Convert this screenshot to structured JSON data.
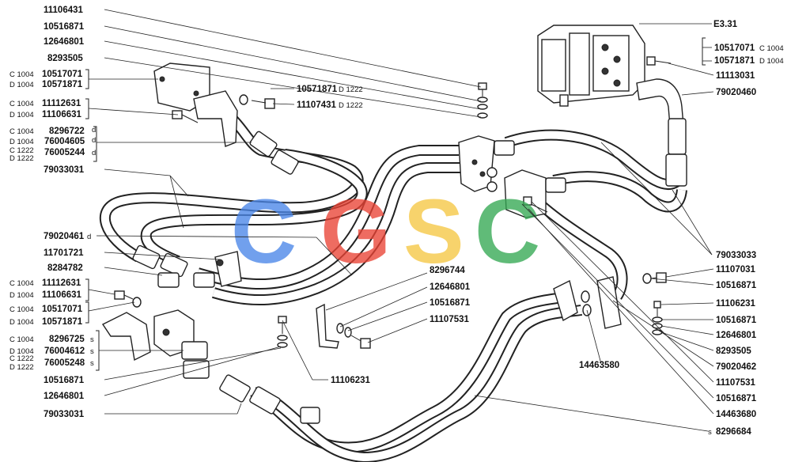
{
  "watermark": {
    "letters": [
      "C",
      "G",
      "S",
      "C"
    ],
    "colors": [
      "#4a86e8",
      "#ea4335",
      "#f6c744",
      "#34a853"
    ]
  },
  "header": {
    "figure_ref": "E3.31"
  },
  "labels_left": [
    {
      "pn": "11106431"
    },
    {
      "pn": "10516871"
    },
    {
      "pn": "12646801"
    },
    {
      "pn": "8293505"
    },
    {
      "pre": "C 1004",
      "pn": "10517071"
    },
    {
      "pre": "D 1004",
      "pn": "10571871"
    },
    {
      "pre": "C 1004",
      "pn": "11112631"
    },
    {
      "pre": "D 1004",
      "pn": "11106631"
    },
    {
      "pre": "C 1004",
      "pn": "8296722",
      "suf": "d"
    },
    {
      "pre": "D 1004",
      "pn": "76004605",
      "suf": "d"
    },
    {
      "pre": "C 1222",
      "pn": "76005244",
      "suf": "d"
    },
    {
      "pre": "D 1222",
      "pn": ""
    },
    {
      "pn": "79033031"
    },
    {
      "pn": "79020461",
      "suf": "d"
    },
    {
      "pn": "11701721"
    },
    {
      "pn": "8284782"
    },
    {
      "pre": "C 1004",
      "pn": "11112631"
    },
    {
      "pre": "D 1004",
      "pn": "11106631"
    },
    {
      "pre": "C 1004",
      "pn": "10517071"
    },
    {
      "pre": "D 1004",
      "pn": "10571871"
    },
    {
      "pre": "C 1004",
      "pn": "8296725",
      "suf": "s"
    },
    {
      "pre": "D 1004",
      "pn": "76004612",
      "suf": "s"
    },
    {
      "pre": "C 1222",
      "pn": "76005248",
      "suf": "s"
    },
    {
      "pre": "D 1222",
      "pn": ""
    },
    {
      "pn": "10516871"
    },
    {
      "pn": "12646801"
    },
    {
      "pn": "79033031"
    }
  ],
  "labels_middle": [
    {
      "pn": "10571871",
      "suf": "D 1222"
    },
    {
      "pn": "11107431",
      "suf": "D 1222"
    },
    {
      "pn": "8296744"
    },
    {
      "pn": "12646801"
    },
    {
      "pn": "10516871"
    },
    {
      "pn": "11107531"
    },
    {
      "pn": "11106231"
    },
    {
      "pn": "14463580"
    }
  ],
  "labels_right": [
    {
      "pn": "10517071",
      "suf": "C 1004"
    },
    {
      "pn": "10571871",
      "suf": "D 1004"
    },
    {
      "pn": "11113031"
    },
    {
      "pn": "79020460"
    },
    {
      "pn": "79033033"
    },
    {
      "pn": "11107031"
    },
    {
      "pn": "10516871"
    },
    {
      "pn": "11106231"
    },
    {
      "pn": "10516871"
    },
    {
      "pn": "12646801"
    },
    {
      "pn": "8293505"
    },
    {
      "pn": "79020462"
    },
    {
      "pn": "11107531"
    },
    {
      "pn": "10516871"
    },
    {
      "pn": "14463680"
    },
    {
      "pn": "8296684",
      "pre": "s"
    }
  ]
}
